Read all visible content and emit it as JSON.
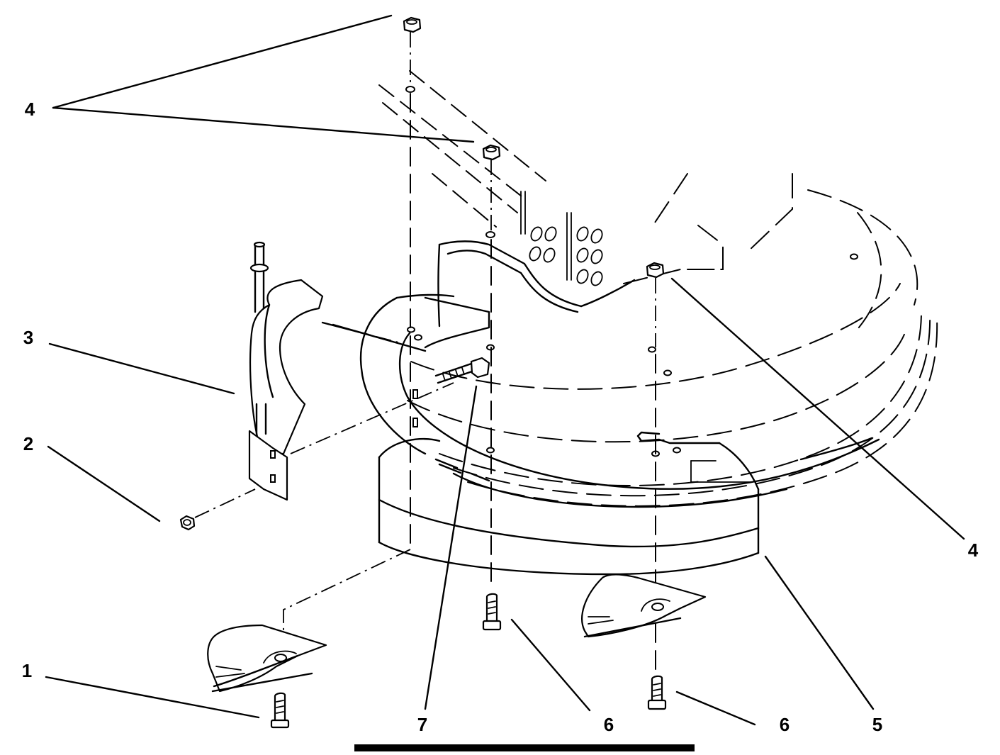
{
  "callouts": {
    "c1": "1",
    "c2": "2",
    "c3": "3",
    "c4_top": "4",
    "c4_right": "4",
    "c5": "5",
    "c6_left": "6",
    "c6_right": "6",
    "c7": "7"
  }
}
